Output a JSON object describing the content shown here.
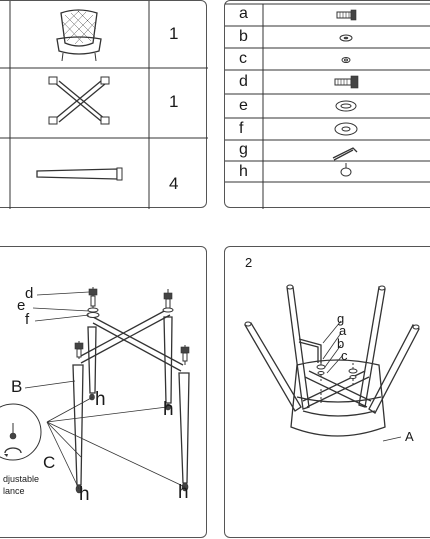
{
  "parts_table": {
    "rows": [
      {
        "qty": "1",
        "icon": "seat-icon"
      },
      {
        "qty": "1",
        "icon": "leg-base-icon"
      },
      {
        "qty": "4",
        "icon": "leg-icon"
      }
    ]
  },
  "hardware_table": {
    "rows": [
      {
        "letter": "a",
        "icon": "bolt-short-icon"
      },
      {
        "letter": "b",
        "icon": "spring-washer-icon"
      },
      {
        "letter": "c",
        "icon": "small-washer-icon"
      },
      {
        "letter": "d",
        "icon": "bolt-long-icon"
      },
      {
        "letter": "e",
        "icon": "spring-washer-large-icon"
      },
      {
        "letter": "f",
        "icon": "flat-washer-icon"
      },
      {
        "letter": "g",
        "icon": "allen-key-icon"
      },
      {
        "letter": "h",
        "icon": "foot-glide-icon"
      }
    ]
  },
  "step1": {
    "labels": {
      "d": "d",
      "e": "e",
      "f": "f",
      "B": "B",
      "C": "C",
      "h": "h"
    },
    "adjustable_text": "djustable",
    "balance_text": "lance"
  },
  "step2": {
    "number": "2",
    "labels": {
      "g": "g",
      "a": "a",
      "b": "b",
      "c": "c",
      "A": "A"
    }
  }
}
